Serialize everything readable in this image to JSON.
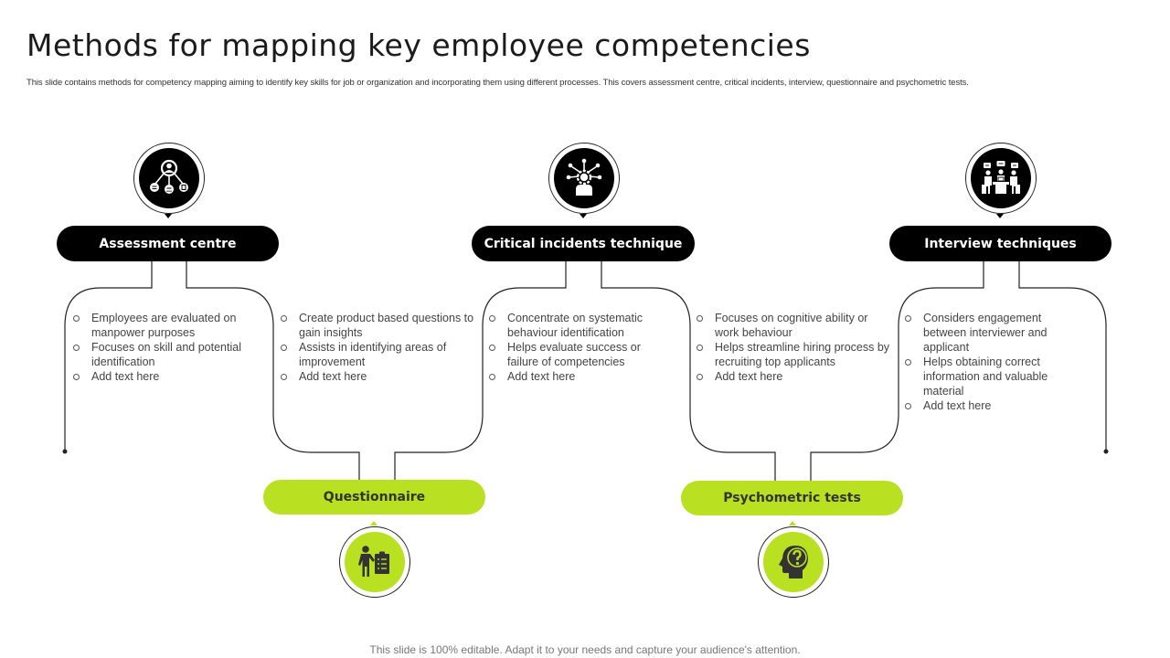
{
  "header": {
    "title": "Methods for mapping key employee competencies",
    "subtitle": "This slide contains methods for competency mapping aiming to identify key skills for job or organization and incorporating them using different processes. This covers assessment centre, critical incidents, interview, questionnaire and psychometric tests."
  },
  "colors": {
    "accent_green": "#b9e021",
    "black": "#000000",
    "text_gray": "#444444"
  },
  "methods": [
    {
      "label": "Assessment centre",
      "icon": "network-user-icon",
      "position": "top",
      "bullets": [
        "Employees are evaluated on manpower purposes",
        "Focuses on skill and potential identification",
        "Add text here"
      ]
    },
    {
      "label": "Questionnaire",
      "icon": "person-clipboard-icon",
      "position": "bottom",
      "bullets": [
        "Create product based questions to gain insights",
        "Assists in identifying areas of improvement",
        "Add text here"
      ]
    },
    {
      "label": "Critical incidents technique",
      "icon": "person-ideas-icon",
      "position": "top",
      "bullets": [
        "Concentrate on systematic behaviour identification",
        "Helps evaluate success or failure of competencies",
        "Add text here"
      ]
    },
    {
      "label": "Psychometric tests",
      "icon": "head-question-icon",
      "position": "bottom",
      "bullets": [
        "Focuses on cognitive ability or work behaviour",
        "Helps streamline hiring process by recruiting top applicants",
        "Add text here"
      ]
    },
    {
      "label": "Interview techniques",
      "icon": "meeting-table-icon",
      "position": "top",
      "bullets": [
        "Considers engagement between interviewer and applicant",
        "Helps obtaining correct information and valuable material",
        "Add text here"
      ]
    }
  ],
  "footer": {
    "text": "This slide is 100% editable. Adapt it to your needs and capture your audience's attention."
  }
}
